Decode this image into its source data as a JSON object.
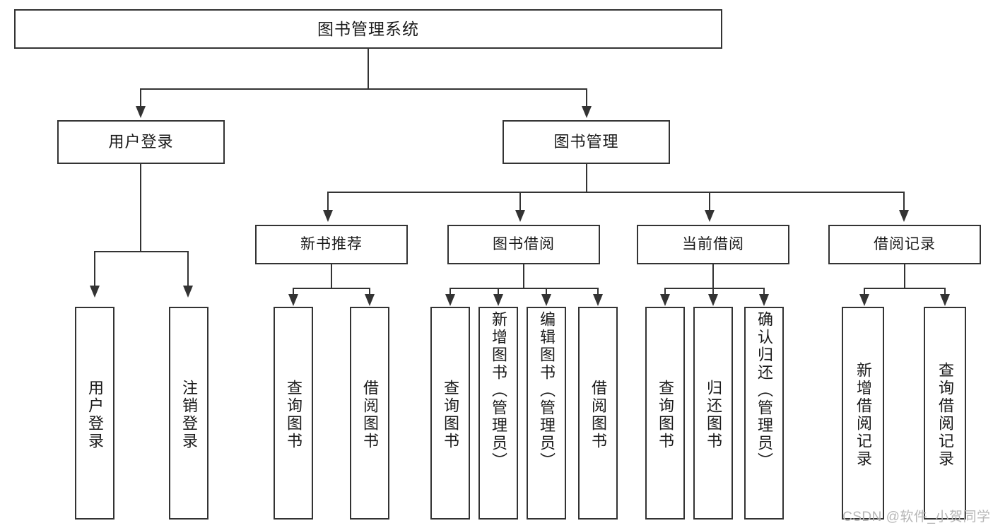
{
  "diagram": {
    "type": "tree-hierarchy",
    "title": "图书管理系统",
    "root": {
      "label": "图书管理系统"
    },
    "level1": [
      {
        "id": "user-login",
        "label": "用户登录"
      },
      {
        "id": "book-manage",
        "label": "图书管理"
      }
    ],
    "level2": [
      {
        "id": "new-book-recommend",
        "label": "新书推荐",
        "parent": "book-manage"
      },
      {
        "id": "book-borrow",
        "label": "图书借阅",
        "parent": "book-manage"
      },
      {
        "id": "current-borrow",
        "label": "当前借阅",
        "parent": "book-manage"
      },
      {
        "id": "borrow-record",
        "label": "借阅记录",
        "parent": "book-manage"
      }
    ],
    "leaves": [
      {
        "id": "leaf-user-login",
        "label": "用户登录",
        "parent": "user-login"
      },
      {
        "id": "leaf-user-logout",
        "label": "注销登录",
        "parent": "user-login"
      },
      {
        "id": "leaf-query-book-1",
        "label": "查询图书",
        "parent": "new-book-recommend"
      },
      {
        "id": "leaf-borrow-book-1",
        "label": "借阅图书",
        "parent": "new-book-recommend"
      },
      {
        "id": "leaf-query-book-2",
        "label": "查询图书",
        "parent": "book-borrow"
      },
      {
        "id": "leaf-add-book",
        "label": "新增图书（管理员）",
        "parent": "book-borrow"
      },
      {
        "id": "leaf-edit-book",
        "label": "编辑图书（管理员）",
        "parent": "book-borrow"
      },
      {
        "id": "leaf-borrow-book-2",
        "label": "借阅图书",
        "parent": "book-borrow"
      },
      {
        "id": "leaf-query-book-3",
        "label": "查询图书",
        "parent": "current-borrow"
      },
      {
        "id": "leaf-return-book",
        "label": "归还图书",
        "parent": "current-borrow"
      },
      {
        "id": "leaf-confirm-return",
        "label": "确认归还（管理员）",
        "parent": "current-borrow"
      },
      {
        "id": "leaf-add-record",
        "label": "新增借阅记录",
        "parent": "borrow-record"
      },
      {
        "id": "leaf-query-record",
        "label": "查询借阅记录",
        "parent": "borrow-record"
      }
    ],
    "colors": {
      "stroke": "#333333",
      "background": "#ffffff",
      "text": "#1a1a1a",
      "watermark": "#b6b6b6"
    }
  },
  "watermark": {
    "text": "CSDN @软件_小贺同学"
  }
}
